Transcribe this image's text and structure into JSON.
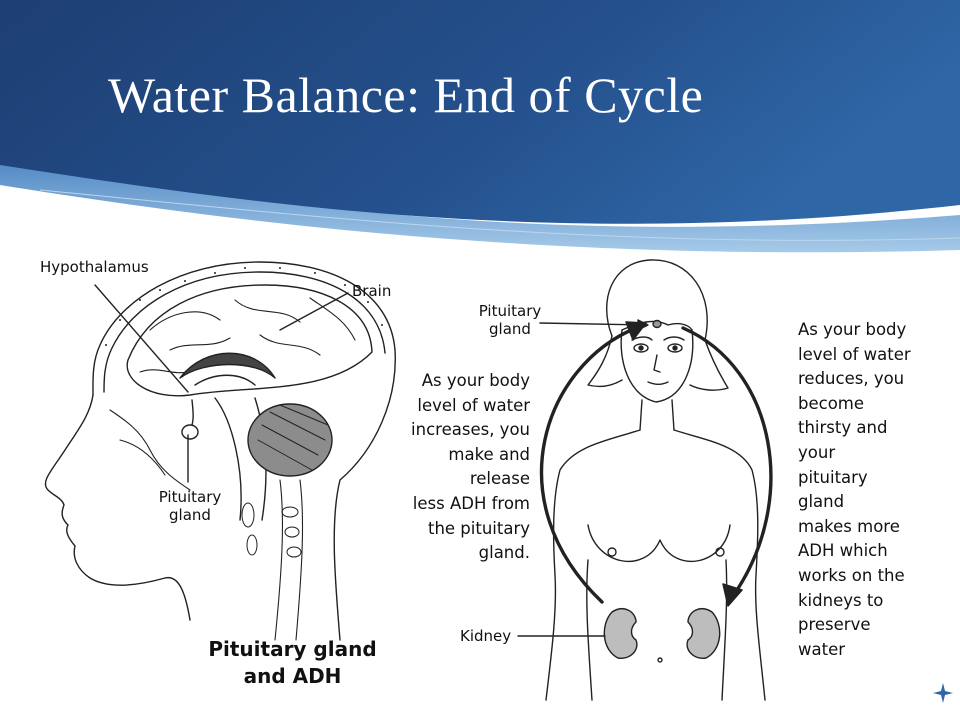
{
  "slide": {
    "title": "Water Balance: End of Cycle",
    "colors": {
      "header_dark": "#1d3f73",
      "header_mid": "#2f66a6",
      "header_light": "#6fa3d4",
      "kidney_fill": "#bdbdbd",
      "cerebellum_fill": "#8c8c8c"
    },
    "icons": [
      "star-icon"
    ]
  },
  "brain_figure": {
    "label_hypothalamus": "Hypothalamus",
    "label_brain": "Brain",
    "label_pituitary": "Pituitary\ngland",
    "caption": "Pituitary gland\nand ADH"
  },
  "body_figure": {
    "label_pituitary": "Pituitary\ngland",
    "label_kidney": "Kidney",
    "text_increase": "As your body\nlevel of water\nincreases, you\nmake and\nrelease\nless ADH from\nthe pituitary\ngland.",
    "text_decrease": "As your body\nlevel of water\nreduces, you\nbecome\nthirsty and\nyour\npituitary\ngland\nmakes more\nADH which\nworks on the\nkidneys to\npreserve\nwater"
  }
}
